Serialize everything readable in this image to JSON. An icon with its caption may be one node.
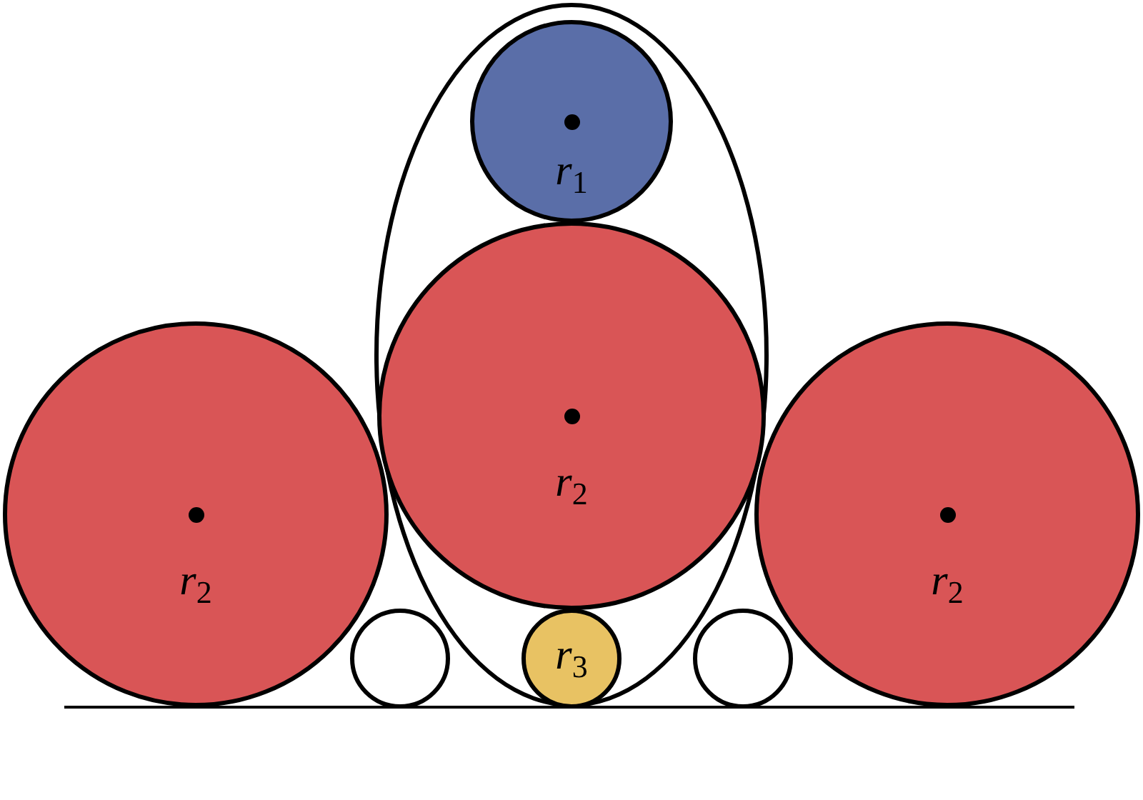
{
  "diagram": {
    "nodes": [
      {
        "text": [],
        "shape": "ellipse"
      },
      {
        "text": [
          "*r*$_{1}$"
        ],
        "in": 0
      },
      {
        "text": [
          "*r*$_{2}$"
        ],
        "in": 0
      },
      {
        "text": [
          "*r*$_{2}$"
        ]
      },
      {
        "text": [
          "*r*$_{2}$"
        ]
      },
      {
        "text": [],
        "shape": "circle"
      },
      {
        "text": [
          "*r*$_{3}$"
        ],
        "in": 0
      },
      {
        "text": [],
        "shape": "circle"
      }
    ]
  }
}
